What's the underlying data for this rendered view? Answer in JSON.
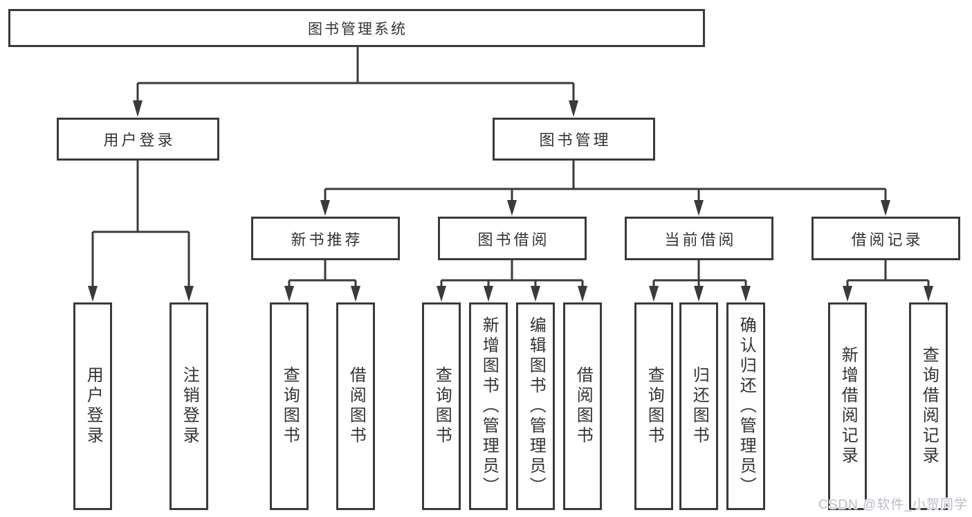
{
  "colors": {
    "line": "#3a3a3a",
    "text": "#333333",
    "watermark": "#b9bdc6"
  },
  "root": {
    "label": "图书管理系统"
  },
  "user_login": {
    "label": "用户登录",
    "children": [
      {
        "label": "用户登录"
      },
      {
        "label": "注销登录"
      }
    ]
  },
  "book_mgmt": {
    "label": "图书管理",
    "sections": [
      {
        "label": "新书推荐",
        "children": [
          {
            "label": "查询图书"
          },
          {
            "label": "借阅图书"
          }
        ]
      },
      {
        "label": "图书借阅",
        "children": [
          {
            "label": "查询图书"
          },
          {
            "label": "新增图书（管理员）"
          },
          {
            "label": "编辑图书（管理员）"
          },
          {
            "label": "借阅图书"
          }
        ]
      },
      {
        "label": "当前借阅",
        "children": [
          {
            "label": "查询图书"
          },
          {
            "label": "归还图书"
          },
          {
            "label": "确认归还（管理员）"
          }
        ]
      },
      {
        "label": "借阅记录",
        "children": [
          {
            "label": "新增借阅记录"
          },
          {
            "label": "查询借阅记录"
          }
        ]
      }
    ]
  },
  "watermark": {
    "text": "CSDN @软件_小贺同学"
  }
}
